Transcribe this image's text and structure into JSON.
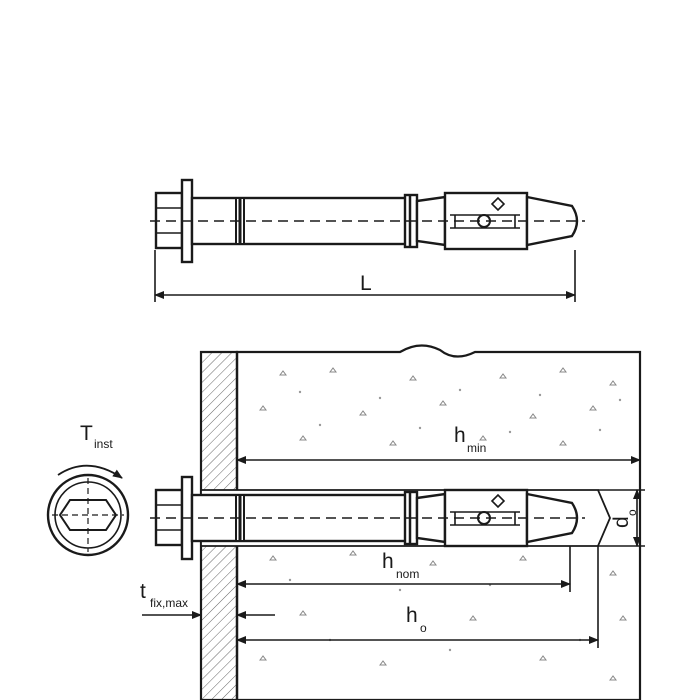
{
  "labels": {
    "length": "L",
    "torque_main": "T",
    "torque_sub": "inst",
    "hmin_main": "h",
    "hmin_sub": "min",
    "hnom_main": "h",
    "hnom_sub": "nom",
    "ho_main": "h",
    "ho_sub": "o",
    "tfix_main": "t",
    "tfix_sub": "fix,max",
    "do_main": "d",
    "do_sub": "o"
  },
  "colors": {
    "line": "#1a1a1a",
    "hatch": "#555555"
  }
}
